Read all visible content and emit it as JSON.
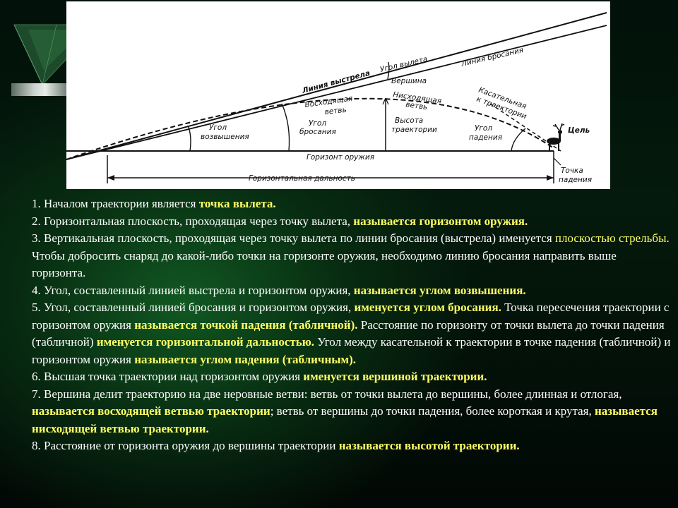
{
  "colors": {
    "background": "#000000",
    "green_glow": "#125c24",
    "text": "#ffffff",
    "highlight": "#ffff66",
    "diagram_bg": "#ffffff"
  },
  "diagram": {
    "labels": {
      "line_of_fire": "Линия выстрела",
      "departure_angle": "Угол вылета",
      "line_of_throw": "Линия бросания",
      "summit": "Вершина",
      "ascending": "Восходящая",
      "ascending_branch": "ветвь",
      "descending": "Нисходящая",
      "descending_branch": "ветвь",
      "tangent_1": "Касательная",
      "tangent_2": "к траектории",
      "elevation_angle_1": "Угол",
      "elevation_angle_2": "возвышения",
      "throw_angle_1": "Угол",
      "throw_angle_2": "бросания",
      "height_1": "Высота",
      "height_2": "траектории",
      "impact_angle_1": "Угол",
      "impact_angle_2": "падения",
      "target": "Цель",
      "weapon_horizon": "Горизонт оружия",
      "horizontal_range": "Горизонтальная дальность",
      "impact_point_1": "Точка",
      "impact_point_2": "падения"
    }
  },
  "text": {
    "p1": {
      "a": "1. Началом траектории является ",
      "b": "точка вылета."
    },
    "p2": {
      "a": "2. Горизонтальная плоскость, проходящая через точку вылета, ",
      "b": "называется горизонтом оружия."
    },
    "p3": {
      "a": "3. Вертикальная плоскость, проходящая через точку вылета по линии бросания (выстрела) именуется ",
      "b": "плоскостью стрельбы",
      "c": ". Чтобы добросить снаряд до какой-либо точки на горизонте оружия, необходимо линию бросания направить выше горизонта."
    },
    "p4": {
      "a": "4. Угол, составленный линией выстрела и горизонтом оружия, ",
      "b": "называется углом возвышения."
    },
    "p5": {
      "a": "5. Угол, составленный линией бросания и горизонтом оружия, ",
      "b": "именуется углом бросания.",
      "c": " Точка пересечения траектории с горизонтом оружия ",
      "d": "называется точкой падения (табличной).",
      "e": " Расстояние по горизонту от точки вылета до точки падения (табличной) ",
      "f": "именуется горизонтальной дальностью.",
      "g": " Угол между касательной к траектории в точке падения (табличной) и горизонтом оружия ",
      "h": "называется углом падения (табличным)."
    },
    "p6": {
      "a": "6. Высшая точка траектории над горизонтом оружия ",
      "b": "именуется вершиной траектории."
    },
    "p7": {
      "a": "7. Вершина делит траекторию на две неровные ветви: ветвь от точки вылета до вершины, более длинная и отлогая, ",
      "b": "называется восходящей ветвью траектории",
      "c": "; ветвь от вершины до точки падения, более короткая и крутая, ",
      "d": "называется нисходящей ветвью траектории."
    },
    "p8": {
      "a": "8. Расстояние от горизонта оружия до вершины траектории ",
      "b": "называется высотой траектории."
    }
  }
}
